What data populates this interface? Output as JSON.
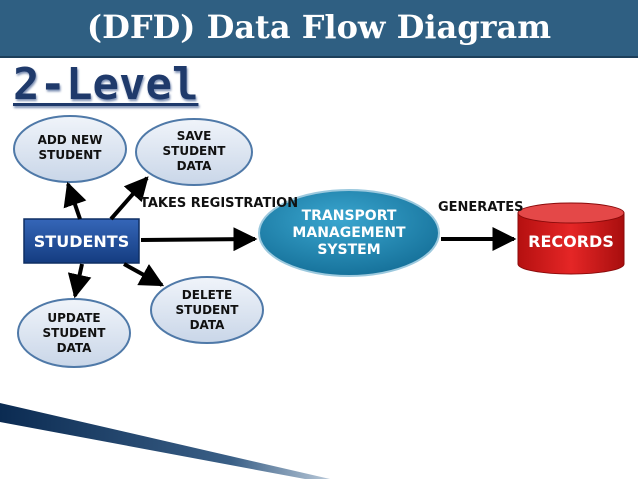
{
  "header": {
    "title": "(DFD) Data Flow Diagram"
  },
  "subtitle": "2-Level",
  "nodes": {
    "add": "ADD NEW\nSTUDENT",
    "save": "SAVE\nSTUDENT\nDATA",
    "students": "STUDENTS",
    "update": "UPDATE\nSTUDENT\nDATA",
    "delete": "DELETE\nSTUDENT\nDATA",
    "process": "TRANSPORT\nMANAGEMENT\nSYSTEM",
    "records": "RECORDS"
  },
  "flows": {
    "takes": "TAKES REGISTRATION",
    "generates": "GENERATES"
  },
  "colors": {
    "header": "#2f5f82",
    "entity": "#1f4e9a",
    "process": "#1b7fa8",
    "store": "#d01919",
    "bubble": "#dfe7f2"
  }
}
